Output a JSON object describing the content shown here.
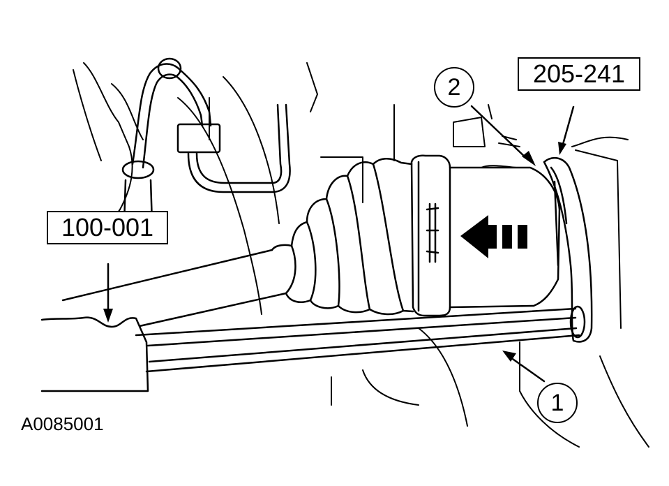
{
  "labels": {
    "tool_left": "100-001",
    "tool_right": "205-241",
    "callout_1": "1",
    "callout_2": "2",
    "figure_id": "A0085001"
  }
}
